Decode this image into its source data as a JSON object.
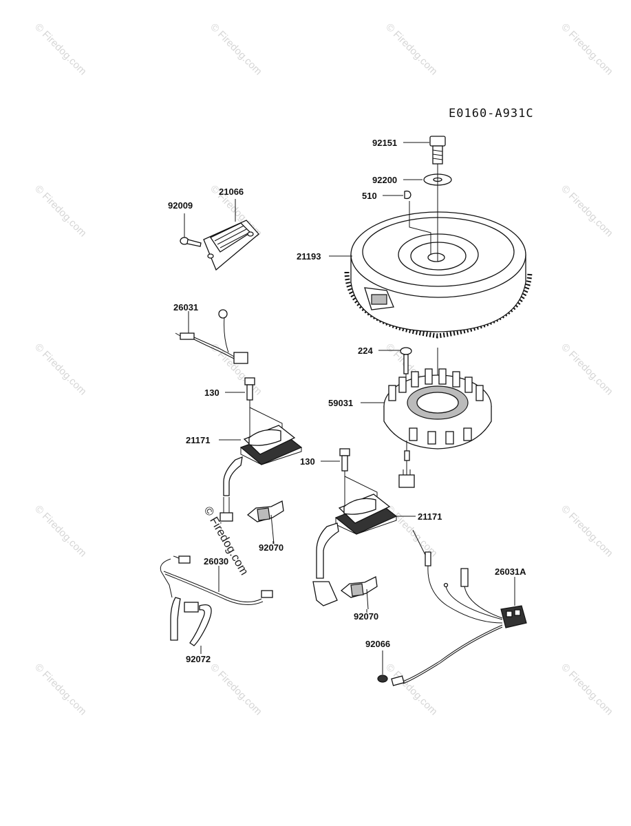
{
  "diagram": {
    "code": "E0160-A931C",
    "watermark_text": "© Firedog.com",
    "center_watermark": "© Firedog.com",
    "callouts": {
      "c92151": "92151",
      "c92200": "92200",
      "c510": "510",
      "c21193": "21193",
      "c224": "224",
      "c59031": "59031",
      "c92009": "92009",
      "c21066": "21066",
      "c26031": "26031",
      "c130a": "130",
      "c21171a": "21171",
      "c130b": "130",
      "c21171b": "21171",
      "c92070a": "92070",
      "c92070b": "92070",
      "c26030": "26030",
      "c92072": "92072",
      "c26031A": "26031A",
      "c92066": "92066"
    }
  }
}
